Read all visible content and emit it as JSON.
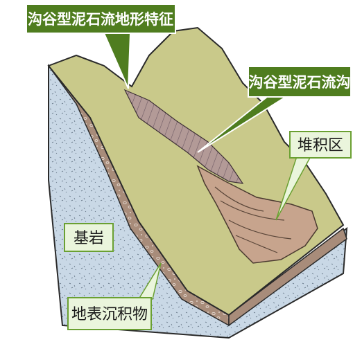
{
  "labels": {
    "title_callout": "沟谷型泥石流地形特征",
    "channel_callout": "沟谷型泥石流沟",
    "deposit_label": "堆积区",
    "bedrock_label": "基岩",
    "surface_deposit_label": "地表沉积物"
  },
  "colors": {
    "callout_fill": "#4f7d1f",
    "surface_green": "#c9c98a",
    "bedrock_blue": "#c9d8e6",
    "soil_brown": "#a88c7a",
    "deposit_tan": "#c7a48d",
    "label_box_fill": "#eaf5dc",
    "label_box_border": "#6aa032"
  }
}
